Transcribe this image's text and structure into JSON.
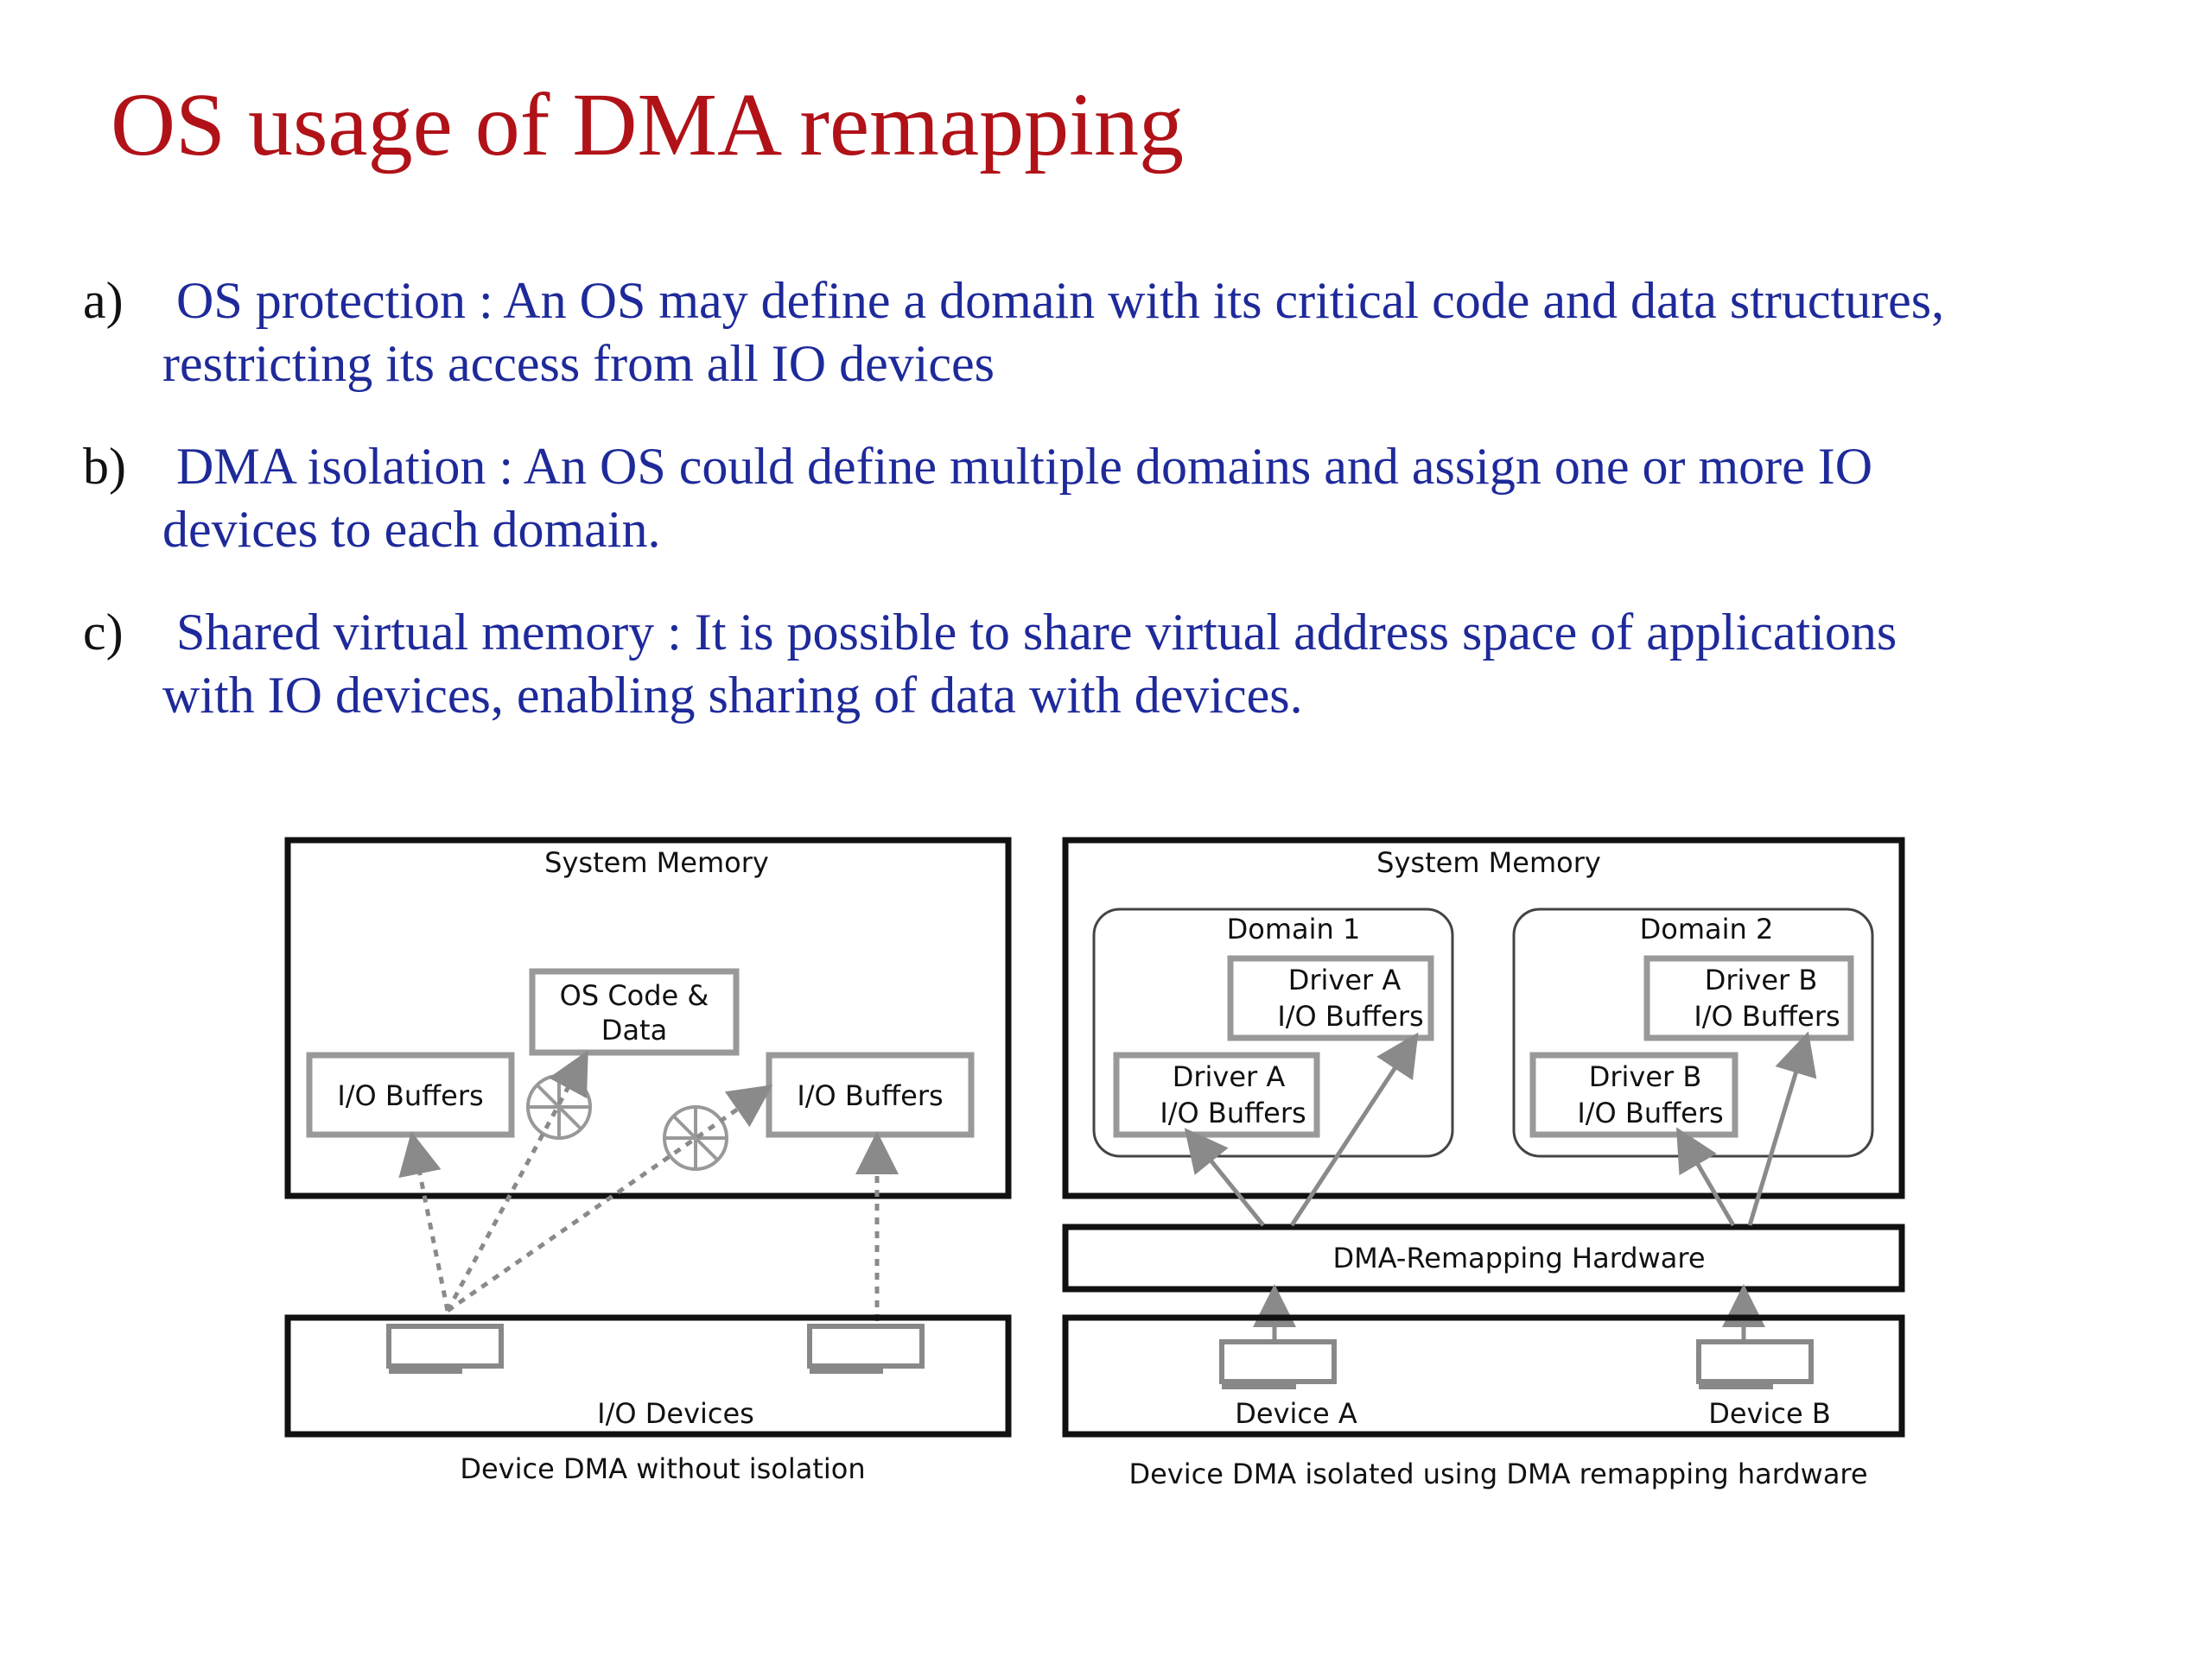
{
  "title": "OS usage of DMA remapping",
  "bullets": [
    {
      "marker": "a)",
      "text_line1": "OS protection : An OS may define a domain with its critical code and data structures,",
      "text_line2": "restricting its access from all IO devices"
    },
    {
      "marker": "b)",
      "text_line1": "DMA isolation : An OS could define multiple domains and assign one or more IO",
      "text_line2": "devices to  each domain."
    },
    {
      "marker": "c)",
      "text_line1": "Shared virtual memory : It is possible to share virtual address space of applications",
      "text_line2": "with IO devices, enabling sharing of data with devices."
    }
  ],
  "left_diagram": {
    "memory_label": "System Memory",
    "os_code_line1": "OS Code &",
    "os_code_line2": "Data",
    "io_buffers_left": "I/O Buffers",
    "io_buffers_right": "I/O Buffers",
    "devices_label": "I/O Devices",
    "caption": "Device DMA without isolation"
  },
  "right_diagram": {
    "memory_label": "System Memory",
    "domain1_label": "Domain 1",
    "domain2_label": "Domain 2",
    "d1_inner_line1": "Driver A",
    "d1_inner_line2": "I/O Buffers",
    "d1_outer_line1": "Driver A",
    "d1_outer_line2": "I/O Buffers",
    "d2_inner_line1": "Driver B",
    "d2_inner_line2": "I/O Buffers",
    "d2_outer_line1": "Driver B",
    "d2_outer_line2": "I/O Buffers",
    "hardware_label": "DMA-Remapping Hardware",
    "device_a_label": "Device A",
    "device_b_label": "Device B",
    "caption": "Device DMA isolated using DMA remapping hardware"
  },
  "colors": {
    "title": "#b01218",
    "bullet_text": "#1e2a9a",
    "bullet_marker": "#111111",
    "box_border": "#111111",
    "inner_box_border": "#888888",
    "arrow": "#8a8a8a"
  }
}
